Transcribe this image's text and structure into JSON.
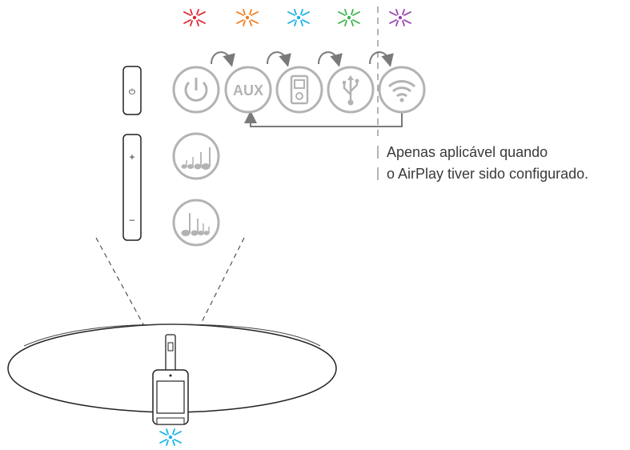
{
  "colors": {
    "icon_gray": "#b3b3b3",
    "line_gray": "#7a7a7a",
    "text": "#3a3a3a",
    "led_red": "#e0262f",
    "led_orange": "#ef7d22",
    "led_cyan": "#19b3e6",
    "led_green": "#3cb44b",
    "led_purple": "#9b3fae",
    "dock_led": "#19b3e6"
  },
  "leds": [
    {
      "name": "red",
      "color": "#e0262f"
    },
    {
      "name": "orange",
      "color": "#ef7d22"
    },
    {
      "name": "cyan",
      "color": "#19b3e6"
    },
    {
      "name": "green",
      "color": "#3cb44b"
    },
    {
      "name": "purple",
      "color": "#9b3fae"
    }
  ],
  "source_icons": [
    "power-icon",
    "aux-icon",
    "ipod-icon",
    "usb-icon",
    "wifi-icon"
  ],
  "aux_label": "AUX",
  "side_buttons": {
    "power_symbol": "⏻",
    "plus_symbol": "+",
    "minus_symbol": "–"
  },
  "note": {
    "line1": "Apenas aplicável quando",
    "line2": "o AirPlay tiver sido configurado."
  }
}
